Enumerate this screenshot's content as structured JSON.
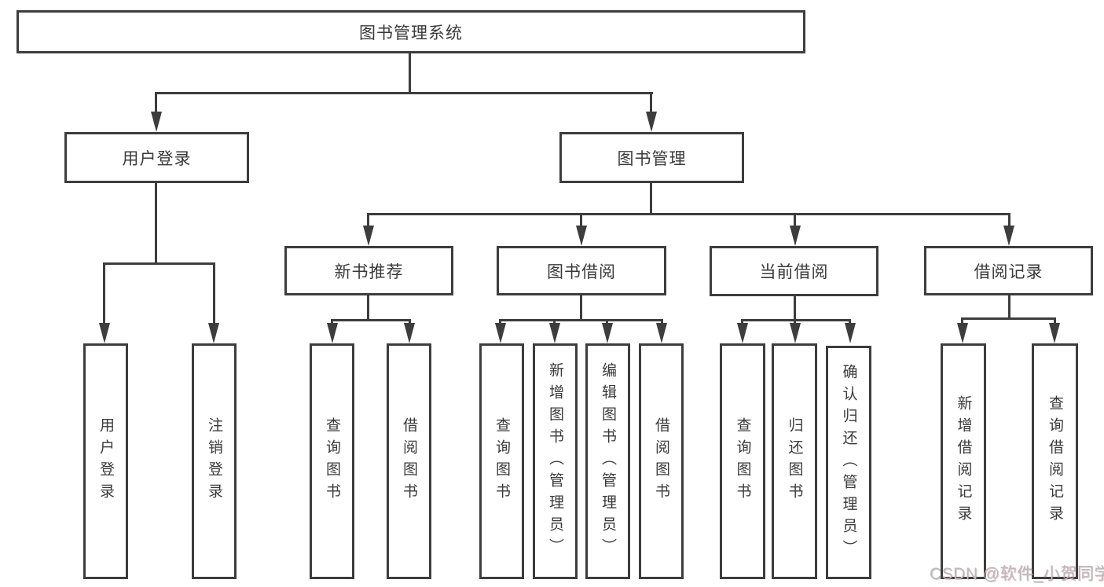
{
  "title": "图书管理系统",
  "watermark": "CSDN @软件_小贺同学",
  "colors": {
    "line": "#3d3d3d",
    "text": "#3a3a3a",
    "watermark": "#b7bbc0",
    "background": "#ffffff"
  },
  "nodes": {
    "user_login": "用户登录",
    "book_mgmt": "图书管理",
    "new_books": "新书推荐",
    "book_borrow": "图书借阅",
    "current_borrow": "当前借阅",
    "borrow_records": "借阅记录"
  },
  "leaves": {
    "user_login": [
      "用户登录",
      "注销登录"
    ],
    "new_books": [
      "查询图书",
      "借阅图书"
    ],
    "book_borrow": [
      "查询图书",
      "新增图书（管理员）",
      "编辑图书（管理员）",
      "借阅图书"
    ],
    "current_borrow": [
      "查询图书",
      "归还图书",
      "确认归还（管理员）"
    ],
    "borrow_records": [
      "新增借阅记录",
      "查询借阅记录"
    ]
  }
}
